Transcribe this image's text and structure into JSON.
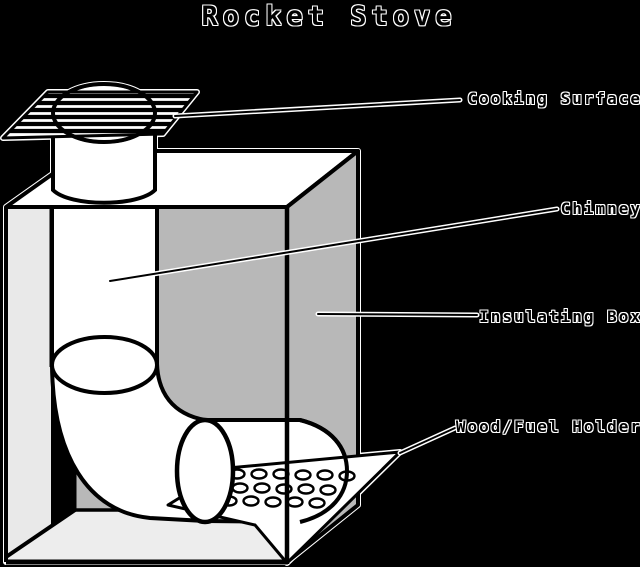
{
  "title": "Rocket Stove",
  "labels": {
    "cooking_surface": "Cooking Surface",
    "chimney": "Chimney",
    "insulating_box": "Insulating Box",
    "wood_fuel_holder": "Wood/Fuel Holder"
  },
  "colors": {
    "background": "#000000",
    "line": "#000000",
    "halo": "#ffffff",
    "box_right_side": "#b8b8b8",
    "box_back_wall": "#b8b8b8",
    "box_left_wall": "#e9e9e9",
    "box_floor": "#ededed",
    "pipe_fill": "#ffffff"
  }
}
